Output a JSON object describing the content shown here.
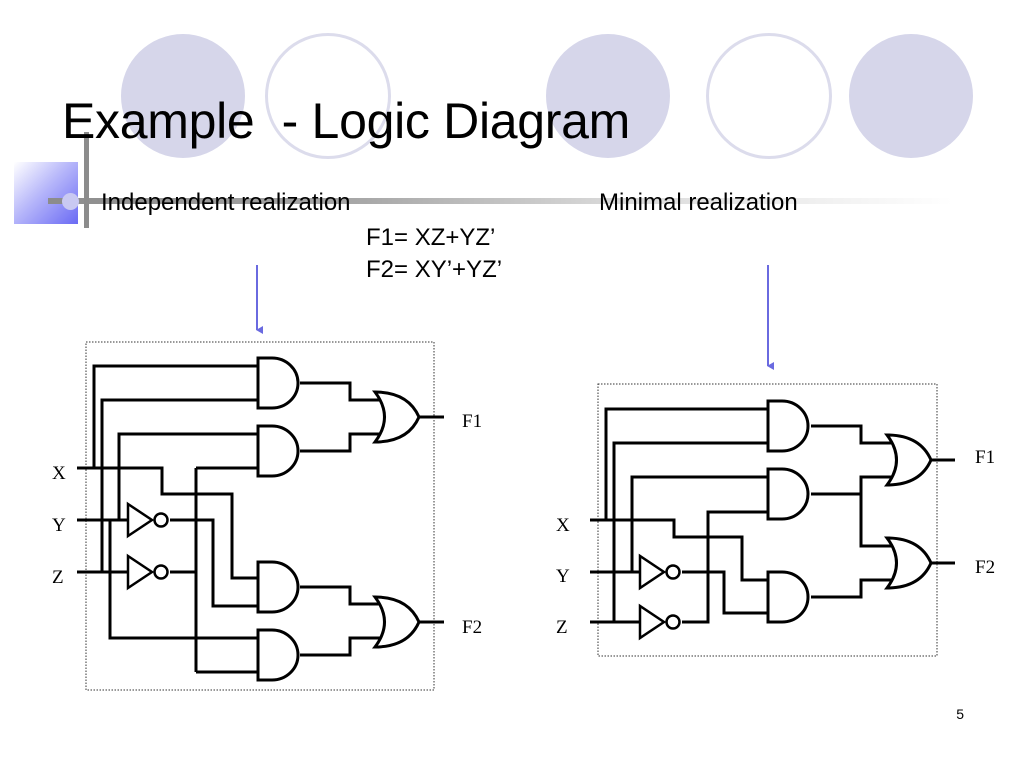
{
  "slide": {
    "title": "Example  - Logic Diagram",
    "page_number": "5"
  },
  "bullets": {
    "left_heading": "Independent realization",
    "right_heading": "Minimal realization"
  },
  "equations": {
    "f1": "F1= XZ+YZ’",
    "f2": "F2= XY’+YZ’"
  },
  "diagrams": {
    "independent": {
      "inputs": [
        "X",
        "Y",
        "Z"
      ],
      "outputs": [
        "F1",
        "F2"
      ],
      "gates": [
        "AND",
        "AND",
        "AND",
        "AND",
        "OR",
        "OR",
        "NOT",
        "NOT"
      ]
    },
    "minimal": {
      "inputs": [
        "X",
        "Y",
        "Z"
      ],
      "outputs": [
        "F1",
        "F2"
      ],
      "gates": [
        "AND",
        "AND",
        "AND",
        "OR",
        "OR",
        "NOT",
        "NOT"
      ]
    }
  },
  "colors": {
    "arrow": "#6a6ae0",
    "circle_fill": "#d6d6ea",
    "circle_ring": "#dcdcec",
    "accent_blue": "#6a6af4"
  }
}
